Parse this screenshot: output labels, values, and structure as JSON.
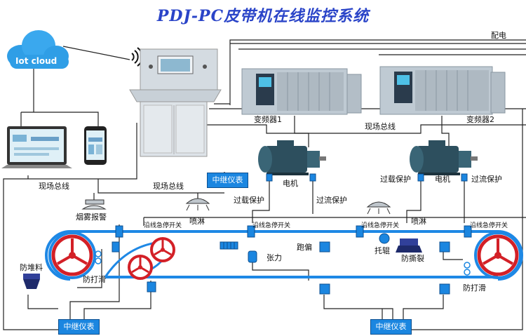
{
  "title": "PDJ-PC皮带机在线监控系统",
  "cloud": {
    "label": "Iot cloud"
  },
  "labels": {
    "power": "配电",
    "vfd1": "变频器1",
    "vfd2": "变频器2",
    "fieldbus_right": "现场总线",
    "fieldbus_left1": "现场总线",
    "fieldbus_left2": "现场总线",
    "relay_top": "中继仪表",
    "relay_bl": "中继仪表",
    "relay_br": "中继仪表",
    "motor1": "电机",
    "motor2": "电机",
    "overload1": "过载保护",
    "overcurrent1": "过流保护",
    "overload2": "过载保护",
    "overcurrent2": "过流保护",
    "spray1": "喷淋",
    "spray2": "喷淋",
    "smoke": "烟雾报警",
    "estop": "沿线急停开关",
    "deviation": "跑偏",
    "idler": "托辊",
    "tear": "防撕裂",
    "tension": "张力",
    "pile": "防堆料",
    "slip_left": "防打滑",
    "slip_right": "防打滑"
  },
  "colors": {
    "title": "#2a44c8",
    "belt": "#1e88e5",
    "pulley": "#d32027",
    "relay": "#1b86e0",
    "wire": "#222222"
  }
}
